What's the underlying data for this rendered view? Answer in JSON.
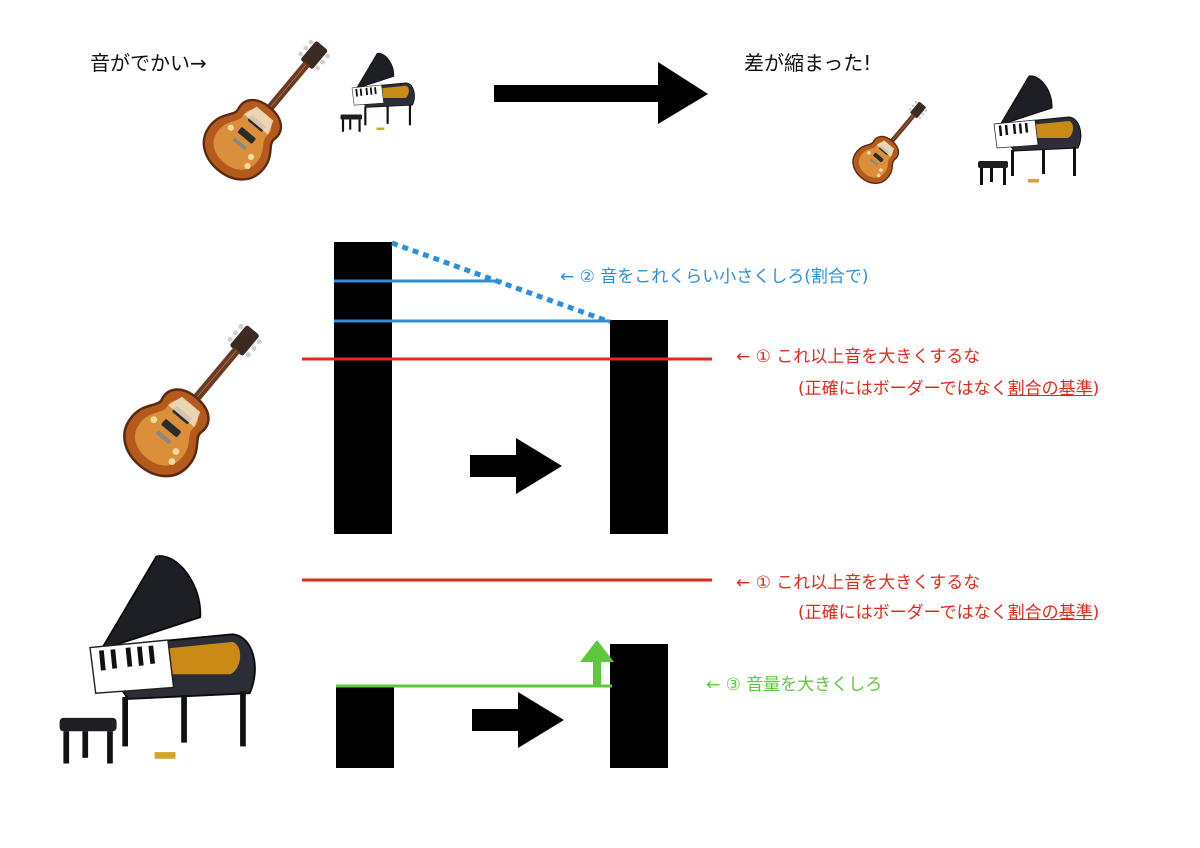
{
  "top": {
    "left_caption": "音がでかい→",
    "right_caption": "差が縮まった!"
  },
  "guitar_section": {
    "annotation_2": "← ② 音をこれくらい小さくしろ(割合で)",
    "annotation_1_line1": "← ① これ以上音を大きくするな",
    "annotation_1_line2_prefix": "(正確にはボーダーではなく",
    "annotation_1_line2_underlined": "割合の基準",
    "annotation_1_line2_suffix": ")"
  },
  "piano_section": {
    "annotation_1_line1": "← ① これ以上音を大きくするな",
    "annotation_1_line2_prefix": "(正確にはボーダーではなく",
    "annotation_1_line2_underlined": "割合の基準",
    "annotation_1_line2_suffix": ")",
    "annotation_3": "← ③ 音量を大きくしろ"
  },
  "colors": {
    "blue": "#2a8fdc",
    "red": "#e02b1a",
    "green": "#5cc83b",
    "bar": "#000000"
  },
  "icons": [
    "guitar-icon",
    "piano-icon"
  ]
}
